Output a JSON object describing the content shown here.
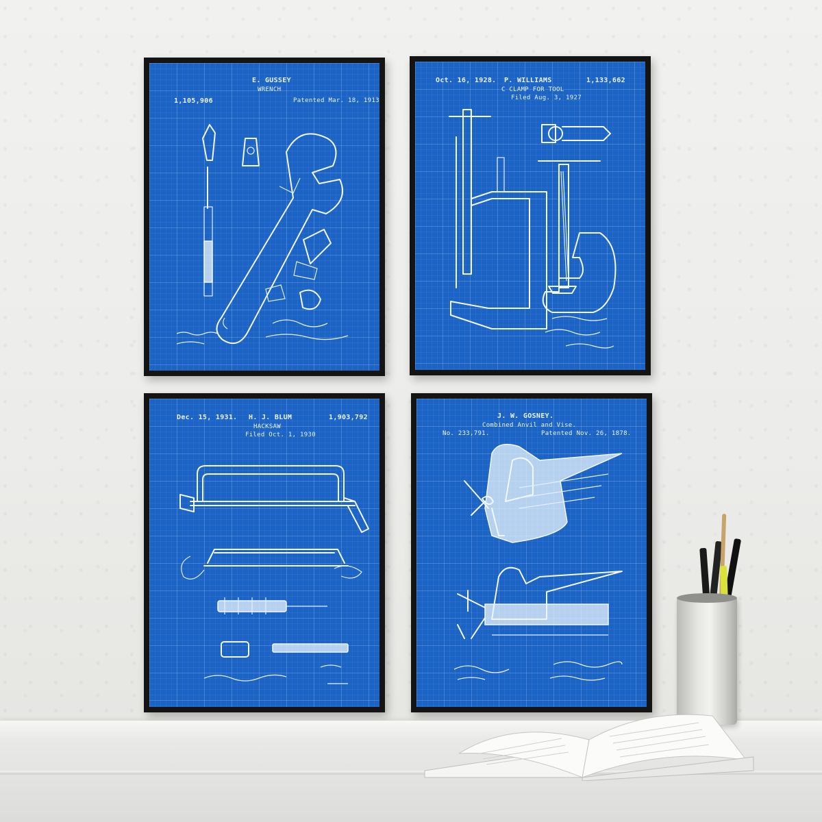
{
  "scene": {
    "description_colors": {
      "poster_blue": "#1b63c4",
      "frame": "#141414",
      "wall": "#eeeeec"
    }
  },
  "posters": [
    {
      "id": "wrench",
      "header_name": "E. GUSSEY",
      "header_title": "WRENCH",
      "patent_no": "1,105,906",
      "date": "Patented Mar. 18, 1913"
    },
    {
      "id": "clamp",
      "header_date": "Oct. 16, 1928.",
      "header_name": "P. WILLIAMS",
      "header_title": "C CLAMP FOR TOOL",
      "patent_no": "1,133,662",
      "filed": "Filed Aug. 3, 1927"
    },
    {
      "id": "hacksaw",
      "header_date": "Dec. 15, 1931.",
      "header_name": "H. J. BLUM",
      "header_title": "HACKSAW",
      "patent_no": "1,903,792",
      "filed": "Filed Oct. 1, 1930"
    },
    {
      "id": "anvil-vise",
      "header_name": "J. W. GOSNEY.",
      "header_title": "Combined Anvil and Vise.",
      "patent_no": "No. 233,791.",
      "date": "Patented Nov. 26, 1878."
    }
  ]
}
